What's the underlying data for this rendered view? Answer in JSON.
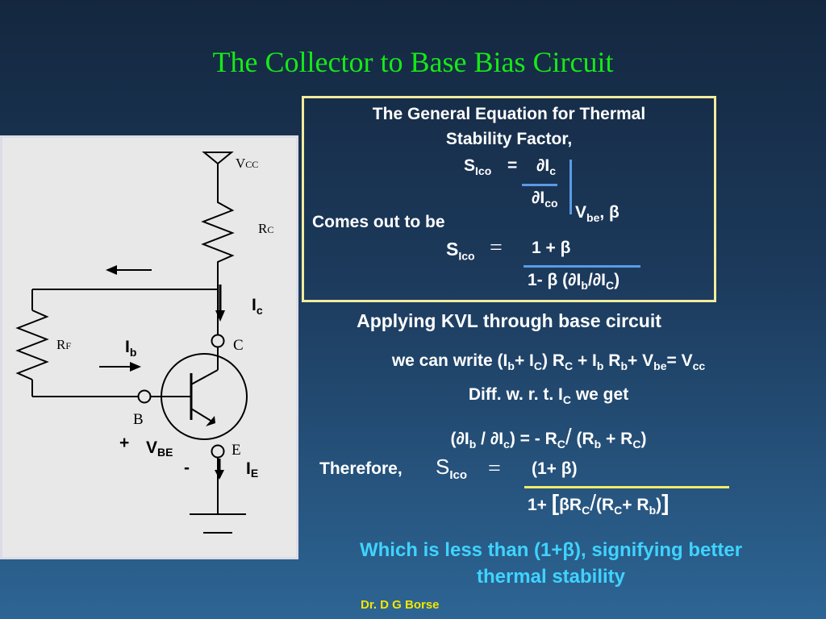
{
  "slide_title": "The Collector to Base Bias Circuit",
  "colors": {
    "title": "#17e817",
    "box_border": "#f2ec9c",
    "note": "#3fd3ff",
    "footer": "#f4e600",
    "fraction_line": "#5a9be6"
  },
  "circuit": {
    "vcc": "V",
    "vcc_sub": "CC",
    "rc": "R",
    "rc_sub": "C",
    "rf": "R",
    "rf_sub": "F",
    "ic": "I",
    "ic_sub": "c",
    "ib": "I",
    "ib_sub": "b",
    "ie": "I",
    "ie_sub": "E",
    "c_node": "C",
    "b_node": "B",
    "e_node": "E",
    "vbe": "V",
    "vbe_sub": "BE",
    "plus": "+",
    "minus": "-"
  },
  "box": {
    "line1": "The General Equation for Thermal",
    "line2": "Stability Factor,",
    "s": "S",
    "s_sub": "Ico",
    "equals": "=",
    "num": "∂I",
    "num_sub": "c",
    "den": "∂I",
    "den_sub": "co",
    "held": "V",
    "held_sub": "be",
    "held_rest": ", β",
    "comes_out": "Comes out to be",
    "s2": "S",
    "s2_sub": "Ico",
    "eq2": "=",
    "num2": "1 + β",
    "den2_a": "1- β (∂I",
    "den2_sub1": "b",
    "den2_b": "/∂I",
    "den2_sub2": "C",
    "den2_c": ")"
  },
  "kvl": {
    "heading": "Applying KVL through base circuit",
    "write_a": "we can write (I",
    "write_sub1": "b",
    "write_b": "+ I",
    "write_sub2": "C",
    "write_c": ") R",
    "write_sub3": "C",
    "write_d": " + I",
    "write_sub4": "b",
    "write_e": " R",
    "write_sub5": "b",
    "write_f": "+ V",
    "write_sub6": "be",
    "write_g": "= V",
    "write_sub7": "cc",
    "diff_a": "Diff. w. r. t. I",
    "diff_sub": "C",
    "diff_b": " we get",
    "d_a": "(∂I",
    "d_sub1": "b",
    "d_b": " / ∂I",
    "d_sub2": "c",
    "d_c": ") = - R",
    "d_sub3": "C",
    "d_slash": "/",
    "d_d": " (R",
    "d_sub4": "b",
    "d_e": " + R",
    "d_sub5": "C",
    "d_f": ")",
    "therefore": "Therefore,",
    "s": "S",
    "s_sub": "Ico",
    "eq": "=",
    "num": "(1+ β)",
    "den_a": "1+ ",
    "den_br1": "[",
    "den_b": "βR",
    "den_sub1": "C",
    "den_slash": "/",
    "den_c": "(R",
    "den_sub2": "C",
    "den_d": "+ R",
    "den_sub3": "b",
    "den_e": ")",
    "den_br2": "]"
  },
  "conclusion_line1": "Which is less than (1+β), signifying better",
  "conclusion_line2": "thermal stability",
  "footer": "Dr. D G Borse"
}
